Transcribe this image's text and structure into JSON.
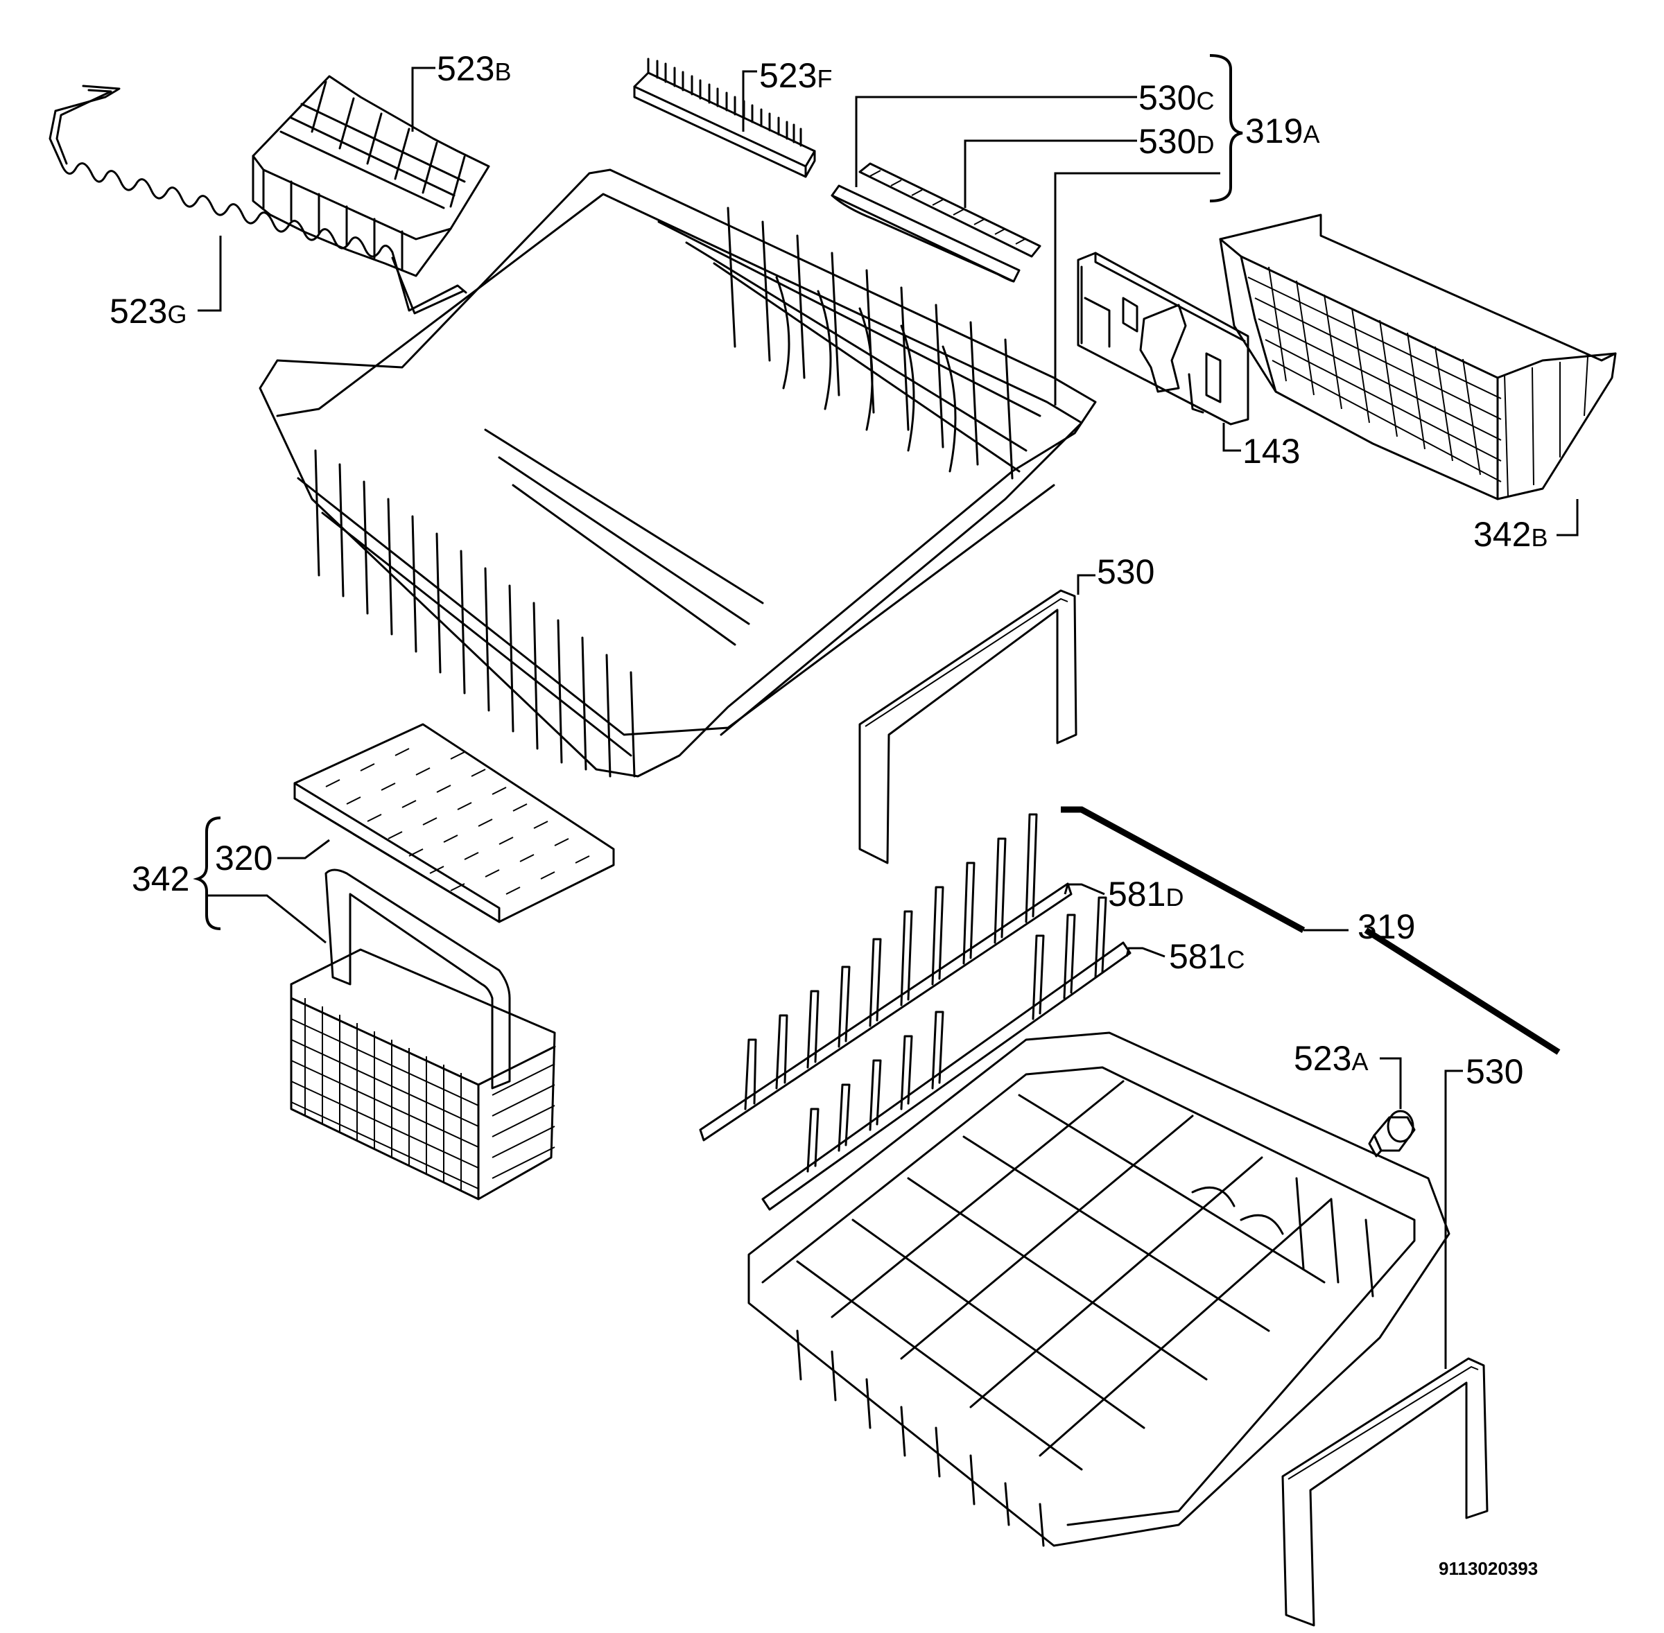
{
  "labels": {
    "l523G": {
      "num": "523",
      "sfx": "G"
    },
    "l523B": {
      "num": "523",
      "sfx": "B"
    },
    "l523F": {
      "num": "523",
      "sfx": "F"
    },
    "l530C": {
      "num": "530",
      "sfx": "C"
    },
    "l530D": {
      "num": "530",
      "sfx": "D"
    },
    "l319A": {
      "num": "319",
      "sfx": "A"
    },
    "l143": {
      "num": "143",
      "sfx": ""
    },
    "l342B": {
      "num": "342",
      "sfx": "B"
    },
    "l530_upper": {
      "num": "530",
      "sfx": ""
    },
    "l320": {
      "num": "320",
      "sfx": ""
    },
    "l342": {
      "num": "342",
      "sfx": ""
    },
    "l581D": {
      "num": "581",
      "sfx": "D"
    },
    "l319": {
      "num": "319",
      "sfx": ""
    },
    "l581C": {
      "num": "581",
      "sfx": "C"
    },
    "l523A": {
      "num": "523",
      "sfx": "A"
    },
    "l530_lower": {
      "num": "530",
      "sfx": ""
    }
  },
  "doc_number": "9113020393"
}
